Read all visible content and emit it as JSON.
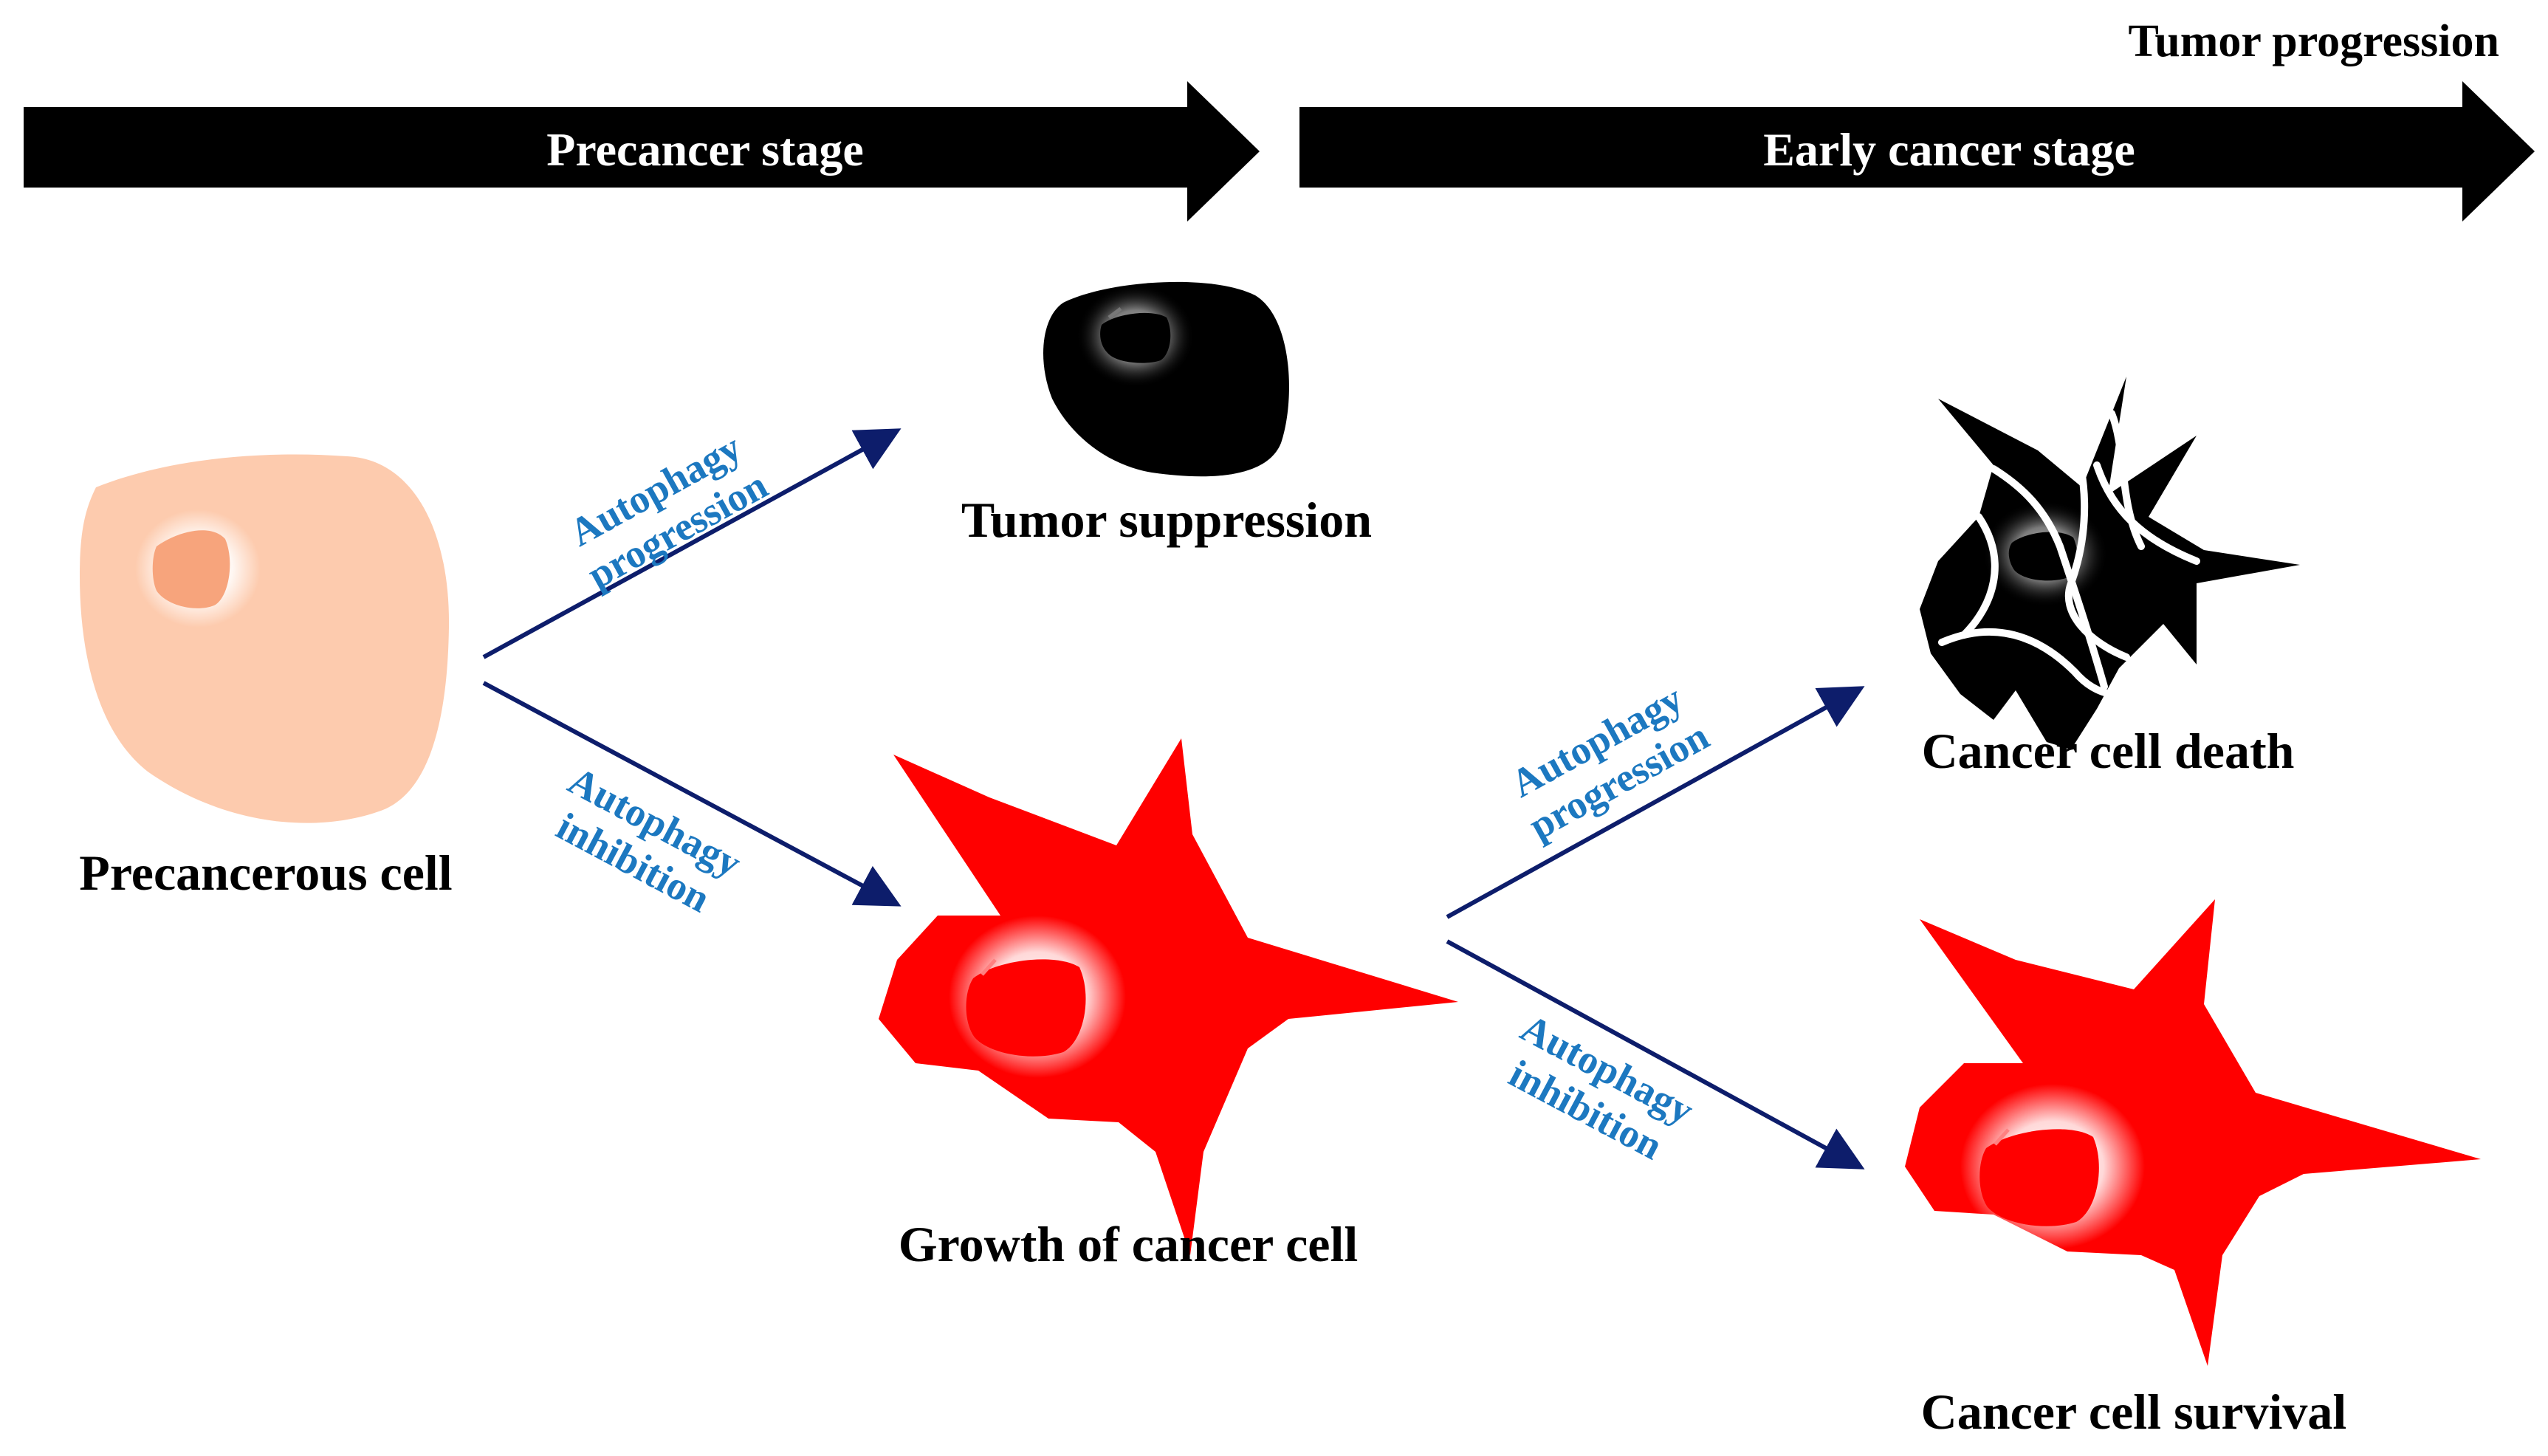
{
  "header": {
    "title": "Tumor progression"
  },
  "stages": [
    {
      "label": "Precancer stage"
    },
    {
      "label": "Early cancer stage"
    }
  ],
  "cells": {
    "precancerous": {
      "label": "Precancerous cell"
    },
    "tumor_suppression": {
      "label": "Tumor suppression"
    },
    "growth": {
      "label": "Growth of cancer cell"
    },
    "death": {
      "label": "Cancer cell death"
    },
    "survival": {
      "label": "Cancer cell survival"
    }
  },
  "edges": {
    "precancer_to_suppression": {
      "line1": "Autophagy",
      "line2": "progression"
    },
    "precancer_to_growth": {
      "line1": "Autophagy",
      "line2": "inhibition"
    },
    "growth_to_death": {
      "line1": "Autophagy",
      "line2": "progression"
    },
    "growth_to_survival": {
      "line1": "Autophagy",
      "line2": "inhibition"
    }
  },
  "colors": {
    "stage_arrow": "#000000",
    "precancer_cell": "#FDCBAE",
    "precancer_nucleus": "#F7A47C",
    "cancer_cell": "#FF0000",
    "dead_cell": "#000000",
    "connector_arrow": "#0D1D6B",
    "edge_label": "#1C78C0"
  }
}
